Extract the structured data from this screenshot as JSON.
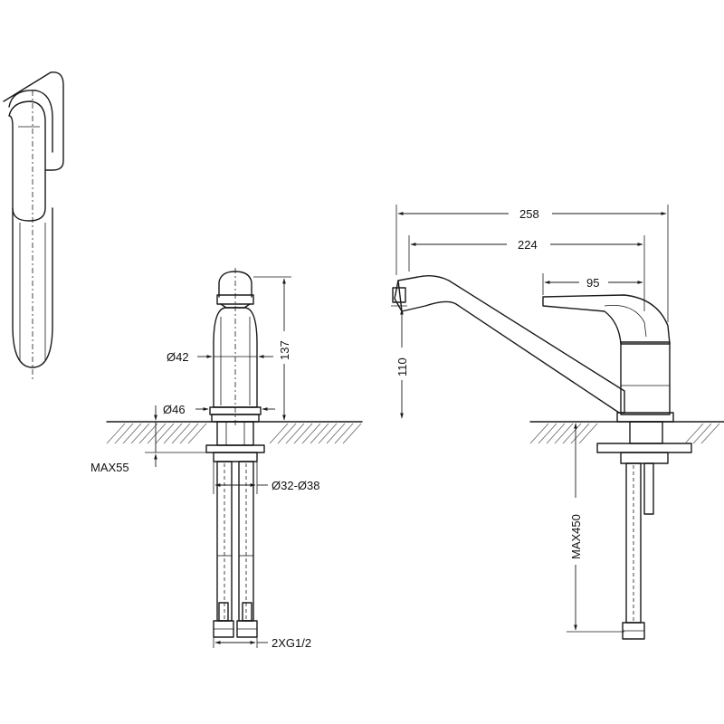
{
  "dimensions": {
    "d258": "258",
    "d224": "224",
    "d95": "95",
    "d110": "110",
    "d137": "137",
    "d42": "Ø42",
    "d46": "Ø46",
    "max55": "MAX55",
    "d32_38": "Ø32-Ø38",
    "max450": "MAX450",
    "g12": "2XG1/2"
  }
}
